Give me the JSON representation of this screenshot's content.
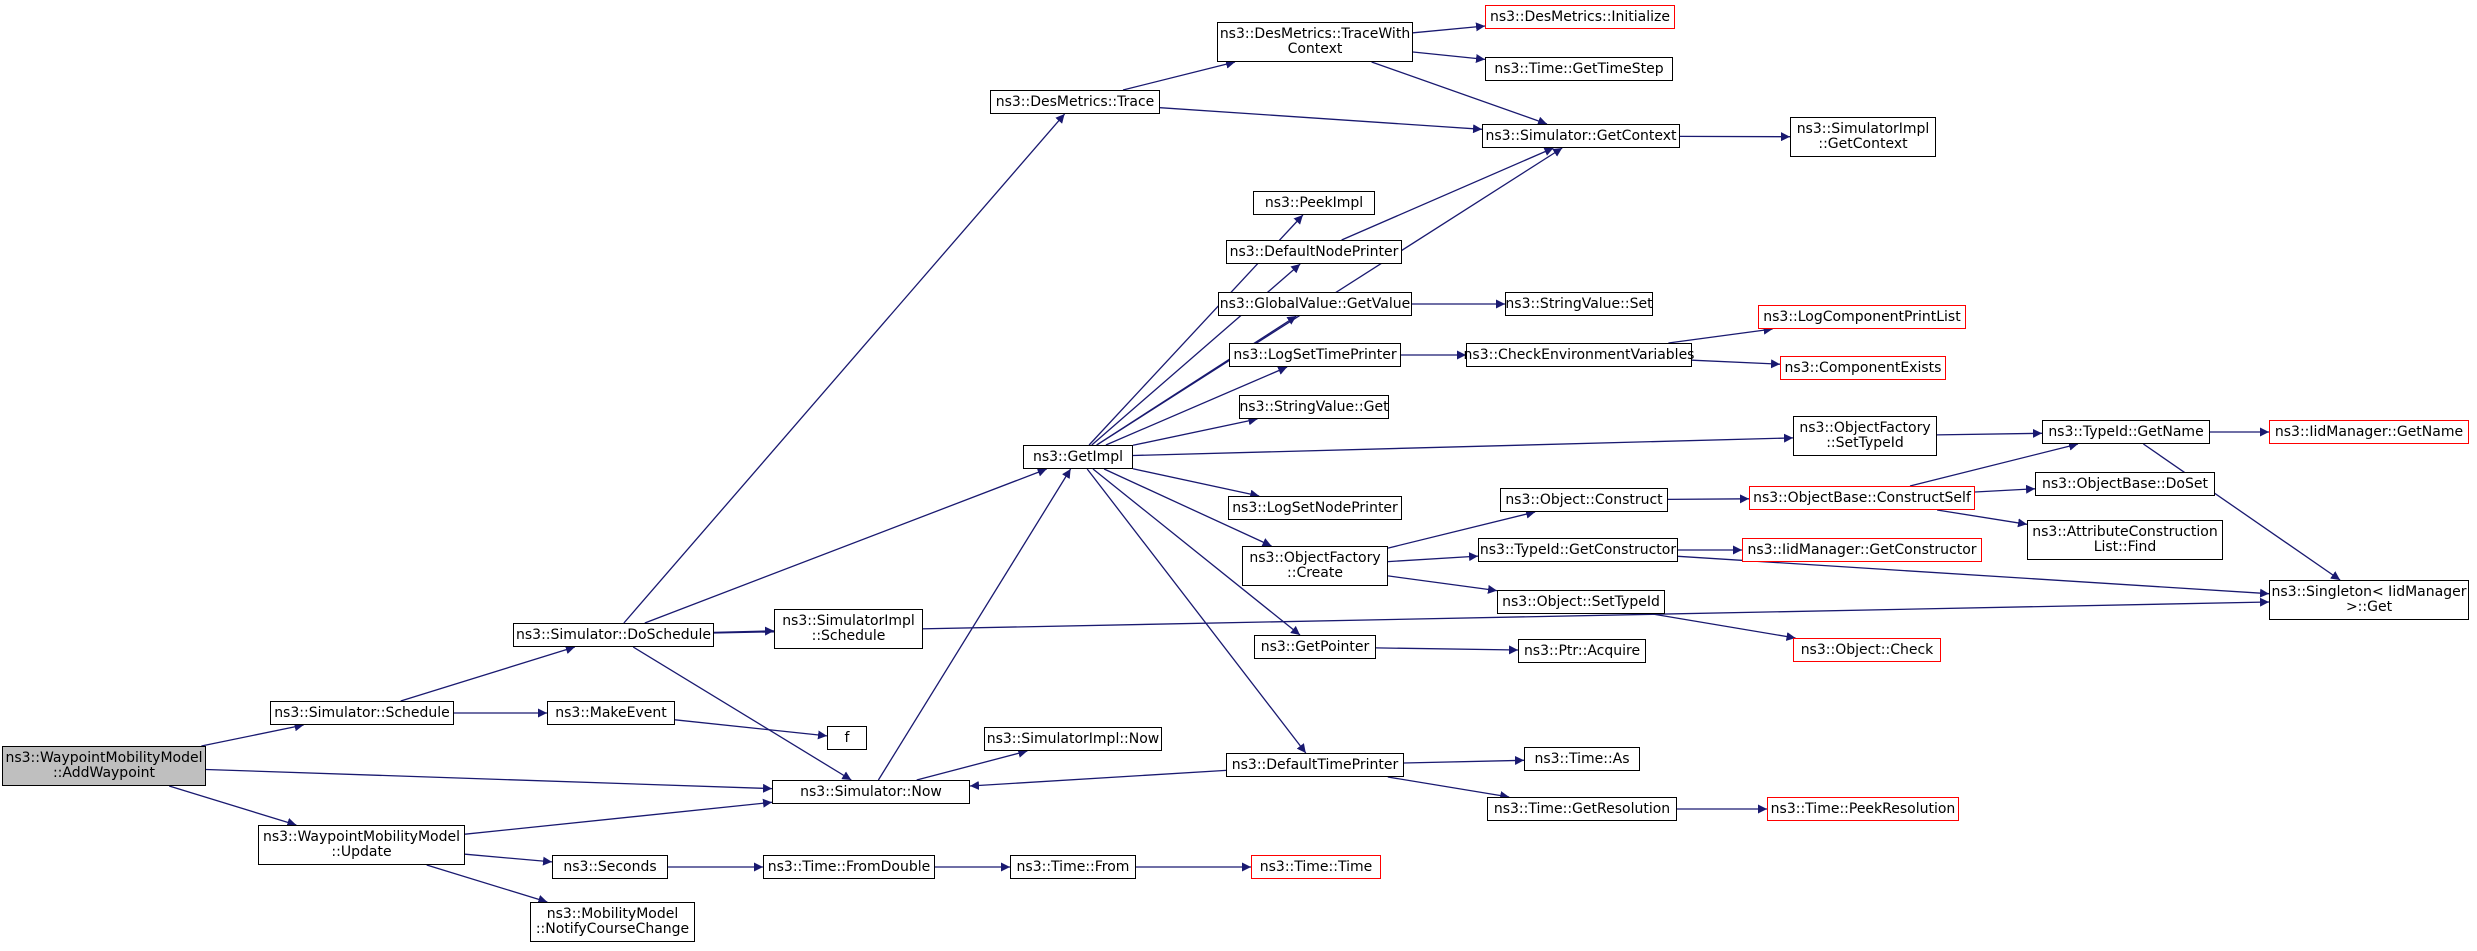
{
  "graph": {
    "edge_color": "#191970",
    "root_fill": "#bfbfbf",
    "truncated_border": "#ff0000",
    "nodes": [
      {
        "id": "root",
        "label": "ns3::WaypointMobilityModel\n::AddWaypoint",
        "kind": "root"
      },
      {
        "id": "schedule",
        "label": "ns3::Simulator::Schedule"
      },
      {
        "id": "now",
        "label": "ns3::Simulator::Now"
      },
      {
        "id": "update",
        "label": "ns3::WaypointMobilityModel\n::Update"
      },
      {
        "id": "doschedule",
        "label": "ns3::Simulator::DoSchedule"
      },
      {
        "id": "makeevent",
        "label": "ns3::MakeEvent"
      },
      {
        "id": "f",
        "label": "f"
      },
      {
        "id": "desmetrics_trace",
        "label": "ns3::DesMetrics::Trace"
      },
      {
        "id": "getimpl",
        "label": "ns3::GetImpl"
      },
      {
        "id": "simimpl_schedule",
        "label": "ns3::SimulatorImpl\n::Schedule"
      },
      {
        "id": "singleton_get",
        "label": "ns3::Singleton< IidManager\n>::Get"
      },
      {
        "id": "tracewithcontext",
        "label": "ns3::DesMetrics::TraceWith\nContext"
      },
      {
        "id": "getcontext",
        "label": "ns3::Simulator::GetContext"
      },
      {
        "id": "initialize",
        "label": "ns3::DesMetrics::Initialize",
        "kind": "truncated"
      },
      {
        "id": "gettimestep",
        "label": "ns3::Time::GetTimeStep"
      },
      {
        "id": "simimpl_getcontext",
        "label": "ns3::SimulatorImpl\n::GetContext"
      },
      {
        "id": "peekimpl",
        "label": "ns3::PeekImpl"
      },
      {
        "id": "defaultnodeprinter",
        "label": "ns3::DefaultNodePrinter"
      },
      {
        "id": "globalvalue_getvalue",
        "label": "ns3::GlobalValue::GetValue"
      },
      {
        "id": "logsettimeprinter",
        "label": "ns3::LogSetTimePrinter"
      },
      {
        "id": "stringvalue_get",
        "label": "ns3::StringValue::Get"
      },
      {
        "id": "objectfactory_settypeid",
        "label": "ns3::ObjectFactory\n::SetTypeId"
      },
      {
        "id": "logsetnodeprinter",
        "label": "ns3::LogSetNodePrinter"
      },
      {
        "id": "objectfactory_create",
        "label": "ns3::ObjectFactory\n::Create"
      },
      {
        "id": "getpointer",
        "label": "ns3::GetPointer"
      },
      {
        "id": "defaulttimeprinter",
        "label": "ns3::DefaultTimePrinter"
      },
      {
        "id": "stringvalue_set",
        "label": "ns3::StringValue::Set"
      },
      {
        "id": "checkenv",
        "label": "ns3::CheckEnvironmentVariables"
      },
      {
        "id": "logcomponentprintlist",
        "label": "ns3::LogComponentPrintList",
        "kind": "truncated"
      },
      {
        "id": "componentexists",
        "label": "ns3::ComponentExists",
        "kind": "truncated"
      },
      {
        "id": "typeid_getname",
        "label": "ns3::TypeId::GetName"
      },
      {
        "id": "iidmanager_getname",
        "label": "ns3::IidManager::GetName",
        "kind": "truncated"
      },
      {
        "id": "object_construct",
        "label": "ns3::Object::Construct"
      },
      {
        "id": "constructself",
        "label": "ns3::ObjectBase::ConstructSelf",
        "kind": "truncated"
      },
      {
        "id": "objectbase_doset",
        "label": "ns3::ObjectBase::DoSet"
      },
      {
        "id": "attrconstructionlist_find",
        "label": "ns3::AttributeConstruction\nList::Find"
      },
      {
        "id": "typeid_getconstructor",
        "label": "ns3::TypeId::GetConstructor"
      },
      {
        "id": "iidmanager_getconstructor",
        "label": "ns3::IidManager::GetConstructor",
        "kind": "truncated"
      },
      {
        "id": "object_settypeid",
        "label": "ns3::Object::SetTypeId"
      },
      {
        "id": "object_check",
        "label": "ns3::Object::Check",
        "kind": "truncated"
      },
      {
        "id": "ptr_acquire",
        "label": "ns3::Ptr::Acquire"
      },
      {
        "id": "simimpl_now",
        "label": "ns3::SimulatorImpl::Now"
      },
      {
        "id": "time_as",
        "label": "ns3::Time::As"
      },
      {
        "id": "time_getresolution",
        "label": "ns3::Time::GetResolution"
      },
      {
        "id": "time_peekresolution",
        "label": "ns3::Time::PeekResolution",
        "kind": "truncated"
      },
      {
        "id": "seconds",
        "label": "ns3::Seconds"
      },
      {
        "id": "notifycoursechange",
        "label": "ns3::MobilityModel\n::NotifyCourseChange"
      },
      {
        "id": "time_fromdouble",
        "label": "ns3::Time::FromDouble"
      },
      {
        "id": "time_from",
        "label": "ns3::Time::From"
      },
      {
        "id": "time_time",
        "label": "ns3::Time::Time",
        "kind": "truncated"
      }
    ],
    "edges": [
      [
        "root",
        "schedule"
      ],
      [
        "root",
        "now"
      ],
      [
        "root",
        "update"
      ],
      [
        "schedule",
        "doschedule"
      ],
      [
        "schedule",
        "makeevent"
      ],
      [
        "makeevent",
        "f"
      ],
      [
        "doschedule",
        "desmetrics_trace"
      ],
      [
        "doschedule",
        "getimpl"
      ],
      [
        "doschedule",
        "simimpl_schedule"
      ],
      [
        "doschedule",
        "now"
      ],
      [
        "doschedule",
        "singleton_get"
      ],
      [
        "desmetrics_trace",
        "tracewithcontext"
      ],
      [
        "desmetrics_trace",
        "getcontext"
      ],
      [
        "tracewithcontext",
        "initialize"
      ],
      [
        "tracewithcontext",
        "gettimestep"
      ],
      [
        "tracewithcontext",
        "getcontext"
      ],
      [
        "getcontext",
        "simimpl_getcontext"
      ],
      [
        "getimpl",
        "getcontext"
      ],
      [
        "getimpl",
        "peekimpl"
      ],
      [
        "getimpl",
        "defaultnodeprinter"
      ],
      [
        "getimpl",
        "globalvalue_getvalue"
      ],
      [
        "getimpl",
        "logsettimeprinter"
      ],
      [
        "getimpl",
        "stringvalue_get"
      ],
      [
        "getimpl",
        "objectfactory_settypeid"
      ],
      [
        "getimpl",
        "logsetnodeprinter"
      ],
      [
        "getimpl",
        "objectfactory_create"
      ],
      [
        "getimpl",
        "getpointer"
      ],
      [
        "getimpl",
        "defaulttimeprinter"
      ],
      [
        "defaultnodeprinter",
        "getcontext"
      ],
      [
        "globalvalue_getvalue",
        "stringvalue_set"
      ],
      [
        "logsettimeprinter",
        "checkenv"
      ],
      [
        "checkenv",
        "logcomponentprintlist"
      ],
      [
        "checkenv",
        "componentexists"
      ],
      [
        "objectfactory_settypeid",
        "typeid_getname"
      ],
      [
        "typeid_getname",
        "iidmanager_getname"
      ],
      [
        "typeid_getname",
        "singleton_get"
      ],
      [
        "objectfactory_create",
        "object_construct"
      ],
      [
        "objectfactory_create",
        "typeid_getconstructor"
      ],
      [
        "objectfactory_create",
        "object_settypeid"
      ],
      [
        "object_construct",
        "constructself"
      ],
      [
        "constructself",
        "typeid_getname"
      ],
      [
        "constructself",
        "objectbase_doset"
      ],
      [
        "constructself",
        "attrconstructionlist_find"
      ],
      [
        "typeid_getconstructor",
        "iidmanager_getconstructor"
      ],
      [
        "typeid_getconstructor",
        "singleton_get"
      ],
      [
        "object_settypeid",
        "object_check"
      ],
      [
        "getpointer",
        "ptr_acquire"
      ],
      [
        "now",
        "getimpl"
      ],
      [
        "now",
        "simimpl_now"
      ],
      [
        "defaulttimeprinter",
        "now"
      ],
      [
        "defaulttimeprinter",
        "time_as"
      ],
      [
        "defaulttimeprinter",
        "time_getresolution"
      ],
      [
        "time_getresolution",
        "time_peekresolution"
      ],
      [
        "update",
        "now"
      ],
      [
        "update",
        "seconds"
      ],
      [
        "update",
        "notifycoursechange"
      ],
      [
        "seconds",
        "time_fromdouble"
      ],
      [
        "time_fromdouble",
        "time_from"
      ],
      [
        "time_from",
        "time_time"
      ]
    ]
  }
}
